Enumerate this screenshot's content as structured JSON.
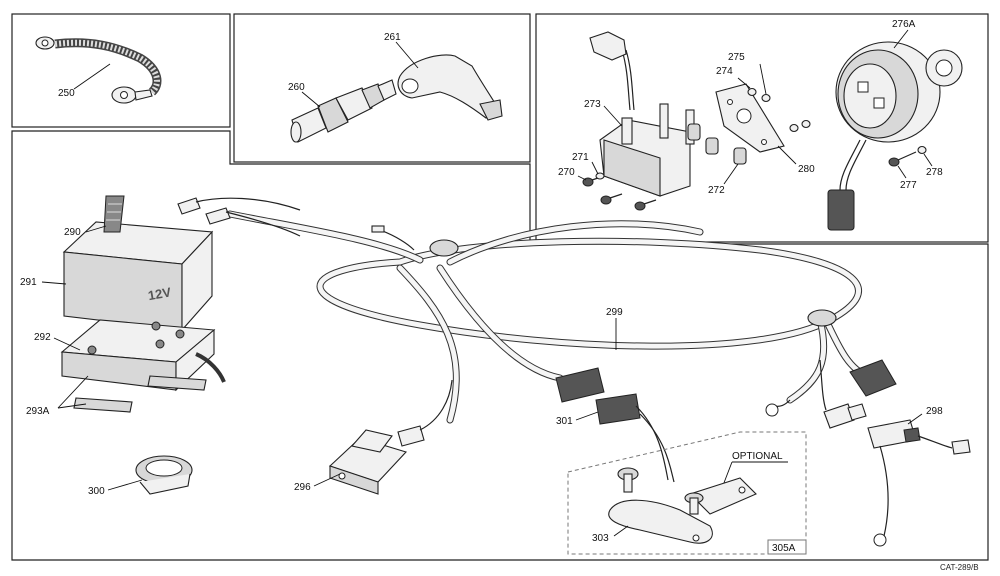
{
  "labels": {
    "p250": "250",
    "p260": "260",
    "p261": "261",
    "p270": "270",
    "p271": "271",
    "p272": "272",
    "p273": "273",
    "p274": "274",
    "p275": "275",
    "p276A": "276A",
    "p277": "277",
    "p278": "278",
    "p280": "280",
    "p290": "290",
    "p291": "291",
    "p292": "292",
    "p293A": "293A",
    "p296": "296",
    "p298": "298",
    "p299": "299",
    "p300": "300",
    "p301": "301",
    "p303": "303",
    "p305A": "305A"
  },
  "battery_text": "12V",
  "optional_label": "OPTIONAL",
  "catalog_code": "CAT-289/B"
}
